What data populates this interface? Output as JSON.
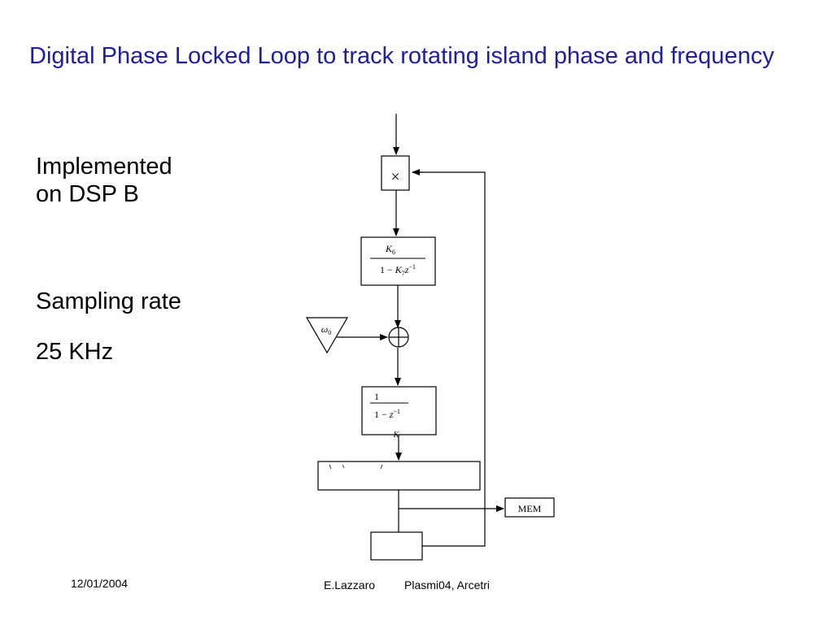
{
  "slide": {
    "title": "Digital Phase Locked Loop to track rotating island phase and frequency",
    "notes": {
      "implemented_line1": "Implemented",
      "implemented_line2": "on DSP B",
      "sampling_label": "Sampling rate",
      "sampling_value": "25 KHz"
    }
  },
  "diagram": {
    "multiplier_symbol": "×",
    "filter1": {
      "numerator": "K",
      "numerator_sub": "6",
      "denominator_prefix": "1 − ",
      "denominator_k": "K",
      "denominator_sub": "7",
      "denominator_z": "z",
      "denominator_sup": "−1"
    },
    "reference_input": {
      "symbol": "ω",
      "sub": "0"
    },
    "integrator": {
      "numerator": "1",
      "denominator_prefix": "1 − ",
      "denominator_z": "z",
      "denominator_sup": "−1",
      "clipped_label": "K"
    },
    "memory_label": "MEM"
  },
  "footer": {
    "date": "12/01/2004",
    "author": "E.Lazzaro",
    "venue": "Plasmi04, Arcetri"
  }
}
